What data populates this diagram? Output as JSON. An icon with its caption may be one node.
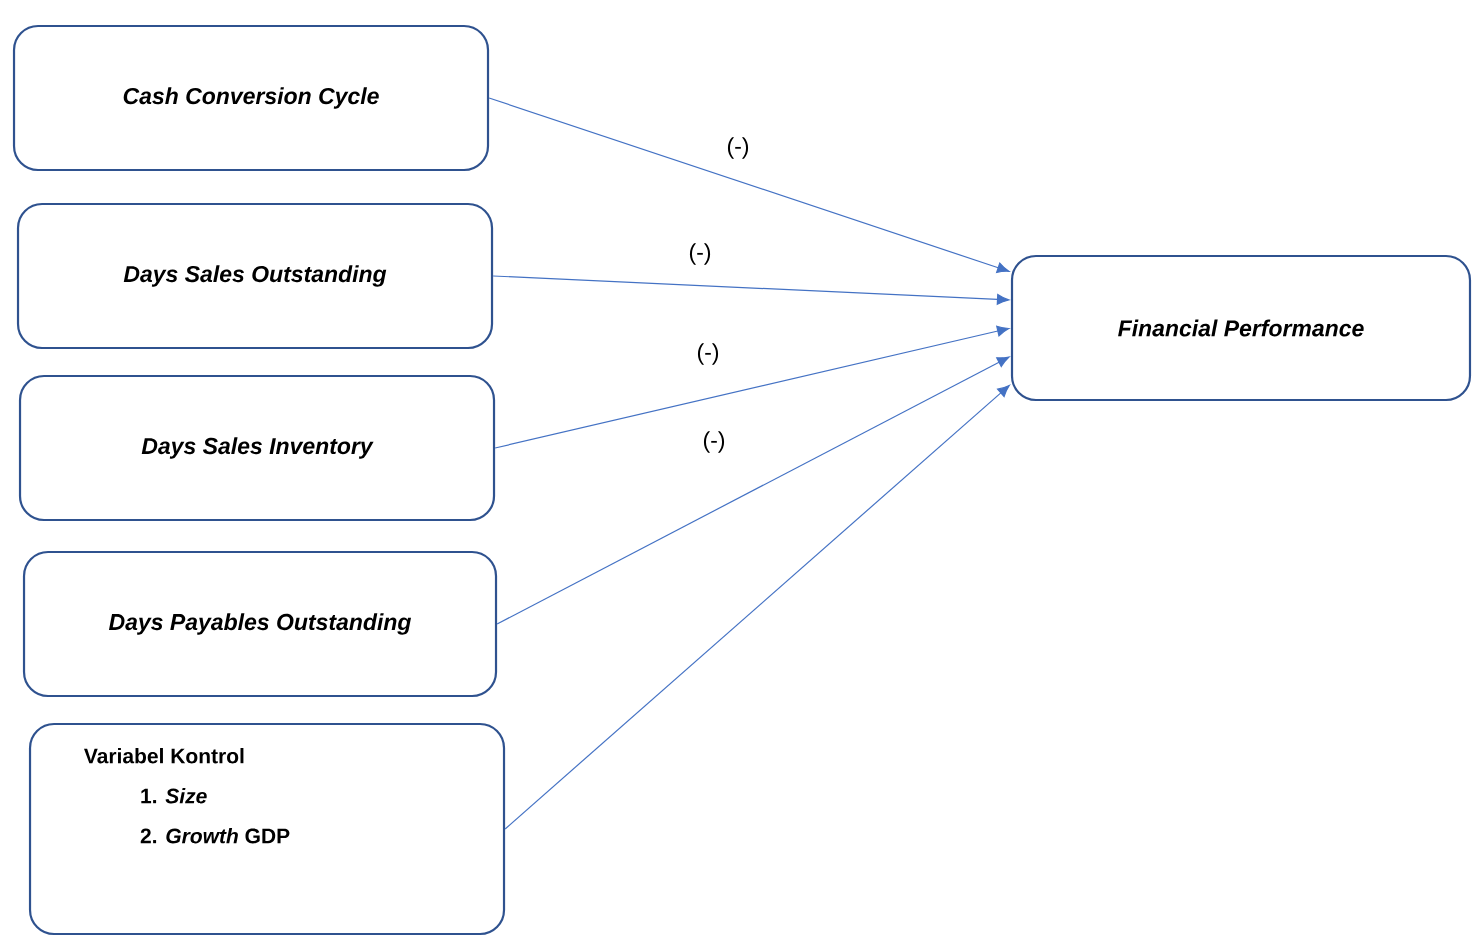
{
  "diagram": {
    "nodes": [
      {
        "text": [
          "Cash Conversion Cycle"
        ]
      },
      {
        "text": [
          "Days Sales Outstanding"
        ]
      },
      {
        "text": [
          "Days Sales Inventory"
        ]
      },
      {
        "text": [
          "Days Payables Outstanding"
        ]
      },
      {
        "text": [
          "Variabel Kontrol",
          "1. *Size*",
          "2. *Growth* GDP"
        ]
      },
      {
        "text": [
          "Financial Performance"
        ]
      }
    ],
    "edges": [
      {
        "from": 0,
        "to": 5,
        "arrow": "to",
        "label": "(-)"
      },
      {
        "from": 1,
        "to": 5,
        "arrow": "to",
        "label": "(-)"
      },
      {
        "from": 2,
        "to": 5,
        "arrow": "to",
        "label": "(-)"
      },
      {
        "from": 3,
        "to": 5,
        "arrow": "to",
        "label": "(-)"
      },
      {
        "from": 4,
        "to": 5,
        "arrow": "to"
      }
    ]
  }
}
